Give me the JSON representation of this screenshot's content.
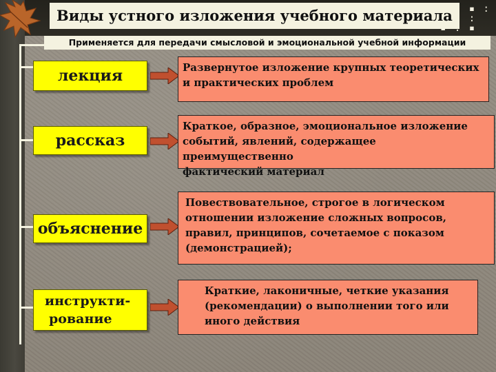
{
  "title": "Виды устного изложения учебного материала",
  "subtitle": "Применяется для передачи смысловой и эмоциональной учебной информации",
  "items": [
    {
      "label": "лекция",
      "description": [
        "Развернутое  изложение крупных теоретических",
        "и практических проблем"
      ]
    },
    {
      "label": "рассказ",
      "description": [
        "Краткое, образное, эмоциональное изложение",
        "событий, явлений, содержащее преимущественно",
        "фактический материал"
      ]
    },
    {
      "label": "объяснение",
      "description": [
        "Повествовательное, строгое  в логическом",
        "отношении изложение сложных вопросов,",
        "правил, принципов, сочетаемое  с показом",
        "(демонстрацией);"
      ]
    },
    {
      "label_lines": [
        "инструкти-",
        "рование"
      ],
      "description": [
        "Краткие, лаконичные, четкие указания",
        "(рекомендации)  о  выполнении того или",
        "иного действия"
      ]
    }
  ],
  "colors": {
    "label_box": "#ffff00",
    "description_box": "#fa8c6f",
    "arrow": "#c0502f",
    "connector": "#f4f2e0"
  },
  "icons": [
    "autumn-leaf-icon",
    "connector-arrow-icon",
    "right-arrow-icon"
  ]
}
